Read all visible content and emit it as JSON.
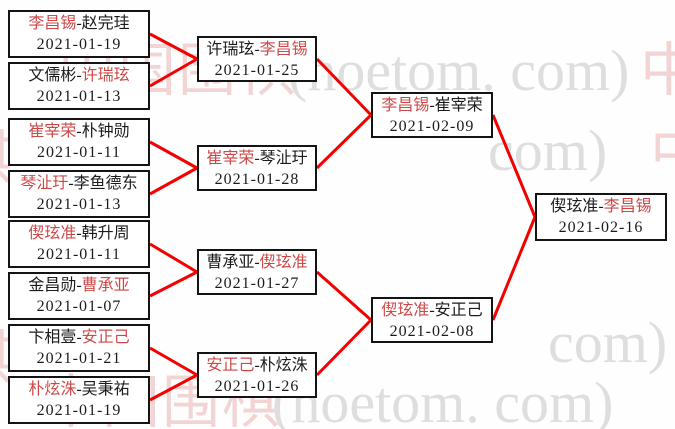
{
  "ui": {
    "separator": "-"
  },
  "colors": {
    "line": "#f40000",
    "winner_text": "#cf4848",
    "text": "#1b1b1b",
    "box_border": "#141414",
    "watermark_cjk": "#f2d4d4",
    "watermark_latin": "#dedede"
  },
  "rounds": [
    {
      "name": "round-1",
      "matches": [
        {
          "p1": "李昌锡",
          "p2": "赵完珪",
          "winner": 1,
          "date": "2021-01-19"
        },
        {
          "p1": "文儒彬",
          "p2": "许瑞玹",
          "winner": 2,
          "date": "2021-01-13"
        },
        {
          "p1": "崔宰荣",
          "p2": "朴钟勋",
          "winner": 1,
          "date": "2021-01-11"
        },
        {
          "p1": "琴沚玗",
          "p2": "李鱼德东",
          "winner": 1,
          "date": "2021-01-13"
        },
        {
          "p1": "偰玹准",
          "p2": "韩升周",
          "winner": 1,
          "date": "2021-01-11"
        },
        {
          "p1": "金昌勋",
          "p2": "曹承亚",
          "winner": 2,
          "date": "2021-01-07"
        },
        {
          "p1": "卞相壹",
          "p2": "安正己",
          "winner": 2,
          "date": "2021-01-21"
        },
        {
          "p1": "朴炫洙",
          "p2": "吴秉祐",
          "winner": 1,
          "date": "2021-01-19"
        }
      ]
    },
    {
      "name": "round-2",
      "matches": [
        {
          "p1": "许瑞玹",
          "p2": "李昌锡",
          "winner": 2,
          "date": "2021-01-25"
        },
        {
          "p1": "崔宰荣",
          "p2": "琴沚玗",
          "winner": 1,
          "date": "2021-01-28"
        },
        {
          "p1": "曹承亚",
          "p2": "偰玹准",
          "winner": 2,
          "date": "2021-01-27"
        },
        {
          "p1": "安正己",
          "p2": "朴炫洙",
          "winner": 1,
          "date": "2021-01-26"
        }
      ]
    },
    {
      "name": "semifinal",
      "matches": [
        {
          "p1": "李昌锡",
          "p2": "崔宰荣",
          "winner": 1,
          "date": "2021-02-09"
        },
        {
          "p1": "偰玹准",
          "p2": "安正己",
          "winner": 1,
          "date": "2021-02-08"
        }
      ]
    },
    {
      "name": "final",
      "matches": [
        {
          "p1": "偰玹准",
          "p2": "李昌锡",
          "winner": 2,
          "date": "2021-02-16"
        }
      ]
    }
  ],
  "watermark": {
    "fragments": [
      {
        "text": "中国围棋",
        "kind": "cjk"
      },
      {
        "text": "(hoetom. com)",
        "kind": "latin"
      },
      {
        "text": "中",
        "kind": "cjk"
      },
      {
        "text": "com)",
        "kind": "latin"
      },
      {
        "text": "中",
        "kind": "cjk"
      },
      {
        "text": "棋",
        "kind": "cjk"
      },
      {
        "text": "com)",
        "kind": "latin"
      },
      {
        "text": "棋",
        "kind": "cjk"
      },
      {
        "text": "中国围棋",
        "kind": "cjk"
      },
      {
        "text": "(hoetom. com)",
        "kind": "latin"
      }
    ]
  }
}
